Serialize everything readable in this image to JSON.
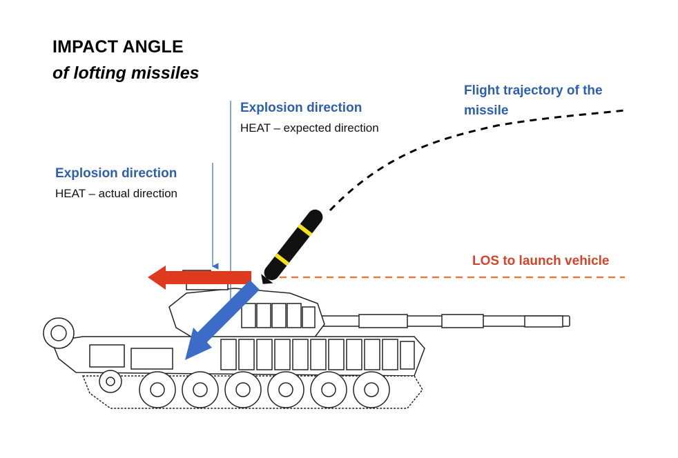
{
  "title": "IMPACT ANGLE",
  "subtitle": "of lofting missiles",
  "expected": {
    "heading": "Explosion direction",
    "detail": "HEAT – expected direction"
  },
  "actual": {
    "heading": "Explosion direction",
    "detail": "HEAT – actual direction"
  },
  "trajectory_label_line1": "Flight trajectory of the",
  "trajectory_label_line2": "missile",
  "los_label": "LOS to launch vehicle",
  "colors": {
    "blue_text": "#2e5fae",
    "blue_arrow": "#3a6cc8",
    "red_arrow": "#e03a1e",
    "los_line": "#e07b39",
    "missile_band": "#f2e21a"
  },
  "icons": [
    "tank-illustration",
    "missile-icon"
  ]
}
